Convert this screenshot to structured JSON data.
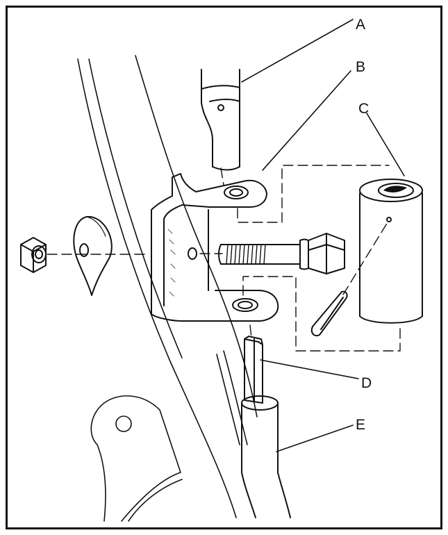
{
  "figure": {
    "labels": [
      {
        "id": "A",
        "text": "A"
      },
      {
        "id": "B",
        "text": "B"
      },
      {
        "id": "C",
        "text": "C"
      },
      {
        "id": "D",
        "text": "D"
      },
      {
        "id": "E",
        "text": "E"
      }
    ]
  }
}
